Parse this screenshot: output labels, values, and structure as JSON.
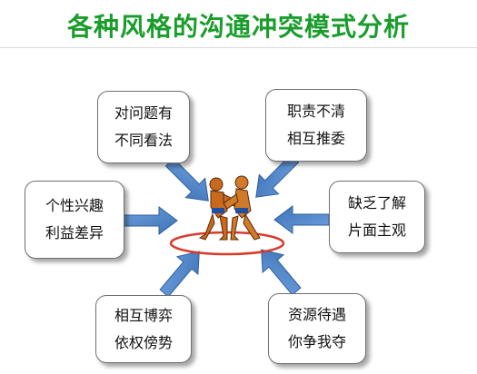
{
  "title": "各种风格的沟通冲突模式分析",
  "boxes": {
    "top_left": {
      "line1": "对问题有",
      "line2": "不同看法"
    },
    "top_right": {
      "line1": "职责不清",
      "line2": "相互推委"
    },
    "left": {
      "line1": "个性兴趣",
      "line2": "利益差异"
    },
    "right": {
      "line1": "缺乏了解",
      "line2": "片面主观"
    },
    "bottom_left": {
      "line1": "相互博弈",
      "line2": "依权傍势"
    },
    "bottom_right": {
      "line1": "资源待遇",
      "line2": "你争我夺"
    }
  },
  "colors": {
    "title": "#1a9d2c",
    "arrow": "#4a7fc1",
    "arrow_edge": "#2f5f9e",
    "figure_skin": "#c8691e",
    "ring": "#d93a2a"
  },
  "icons": {
    "center": "wrestlers-icon",
    "arrows": "arrow-icon"
  }
}
